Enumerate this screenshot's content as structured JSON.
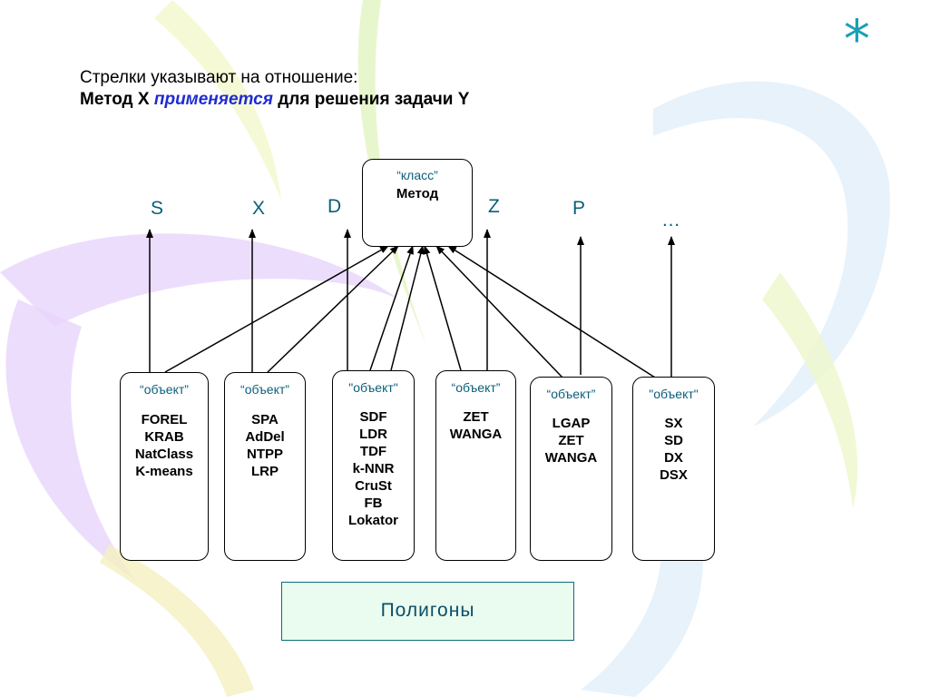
{
  "header": {
    "line1": "Стрелки указывают на отношение:",
    "line2_part1": "Метод X ",
    "line2_emph": "применяется",
    "line2_part2": " для решения задачи Y"
  },
  "corner_symbol": "*",
  "class_box": {
    "kind": "“класс”",
    "name": "Метод"
  },
  "task_letters": [
    "S",
    "X",
    "D",
    "Z",
    "P",
    "…"
  ],
  "objects": [
    {
      "kind": "“объект”",
      "items": [
        "FOREL",
        "KRAB",
        "NatClass",
        "K-means"
      ]
    },
    {
      "kind": "“объект”",
      "items": [
        "SPA",
        "AdDel",
        "NTPP",
        "LRP"
      ]
    },
    {
      "kind": "\"объект\"",
      "items": [
        "SDF",
        "LDR",
        "TDF",
        "k-NNR",
        "CruSt",
        "FB",
        "Lokator"
      ]
    },
    {
      "kind": "“объект”",
      "items": [
        "ZET",
        "WANGA"
      ]
    },
    {
      "kind": "“объект”",
      "items": [
        "LGAP",
        "ZET",
        "WANGA"
      ]
    },
    {
      "kind": "\"объект\"",
      "items": [
        "SX",
        "SD",
        "DX",
        "DSX"
      ]
    }
  ],
  "footer_label": "Полигоны",
  "colors": {
    "accent": "#0a5f7a",
    "emphasis": "#1f2bd0",
    "footer_bg": "#eafcef"
  }
}
